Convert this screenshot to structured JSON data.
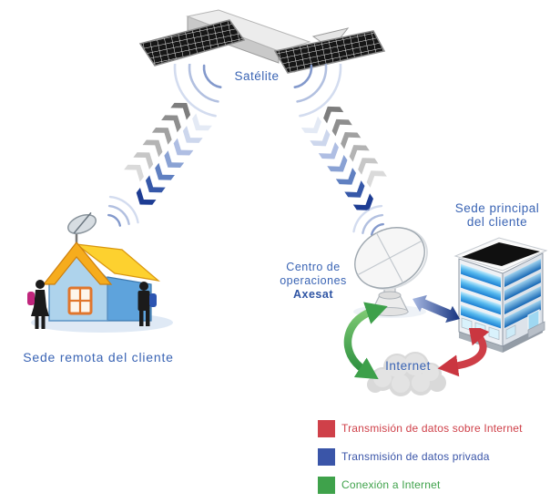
{
  "labels": {
    "satellite": "Satélite",
    "remote_site": "Sede remota del cliente",
    "ops_line1": "Centro de",
    "ops_line2": "operaciones",
    "ops_brand": "Axesat",
    "hq_line1": "Sede principal",
    "hq_line2": "del cliente",
    "internet": "Internet"
  },
  "legend": {
    "items": [
      {
        "id": "data-over-internet",
        "label": "Transmisión de datos sobre Internet",
        "color": "#cf4049"
      },
      {
        "id": "private-data",
        "label": "Transmisión de datos privada",
        "color": "#3a55a8"
      },
      {
        "id": "internet-connection",
        "label": "Conexión a Internet",
        "color": "#3fa24b"
      }
    ]
  },
  "colors": {
    "label_blue": "#3a64b4",
    "brand_blue": "#2f55a4",
    "arrow_red": "#ce3e47",
    "arrow_blue_dark": "#16337f",
    "arrow_green": "#3da04a",
    "signal_wave_blue": "#8399cc",
    "house_roof_yellow": "#fdd12f",
    "house_wall_blue": "#aed3ec",
    "building_glass_blue": "#56b9ee"
  }
}
